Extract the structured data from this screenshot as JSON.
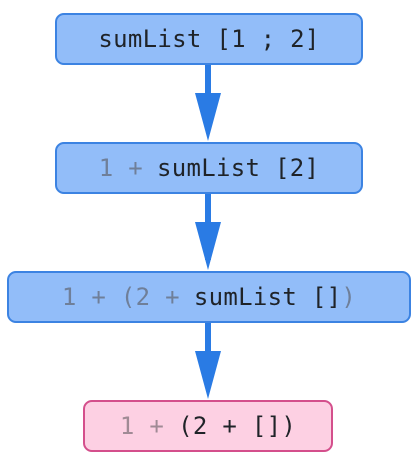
{
  "nodes": [
    {
      "id": "n1",
      "parts": {
        "head": "sumList [1 ; 2]"
      }
    },
    {
      "id": "n2",
      "parts": {
        "prefix": "1 +",
        "head": "sumList [2]"
      }
    },
    {
      "id": "n3",
      "parts": {
        "prefix": "1 + (2 +",
        "head": "sumList []",
        "suffix": ")"
      }
    },
    {
      "id": "n4",
      "parts": {
        "prefix": "1 +",
        "head": "(2 + [])"
      }
    }
  ],
  "colors": {
    "arrow": "#2a7be4",
    "node_fill": "#92bdf9",
    "node_border": "#3c83e2",
    "result_fill": "#fdd0e3",
    "result_border": "#d44f8c",
    "faded_text": "#6f7f99",
    "text": "#1f2328"
  }
}
